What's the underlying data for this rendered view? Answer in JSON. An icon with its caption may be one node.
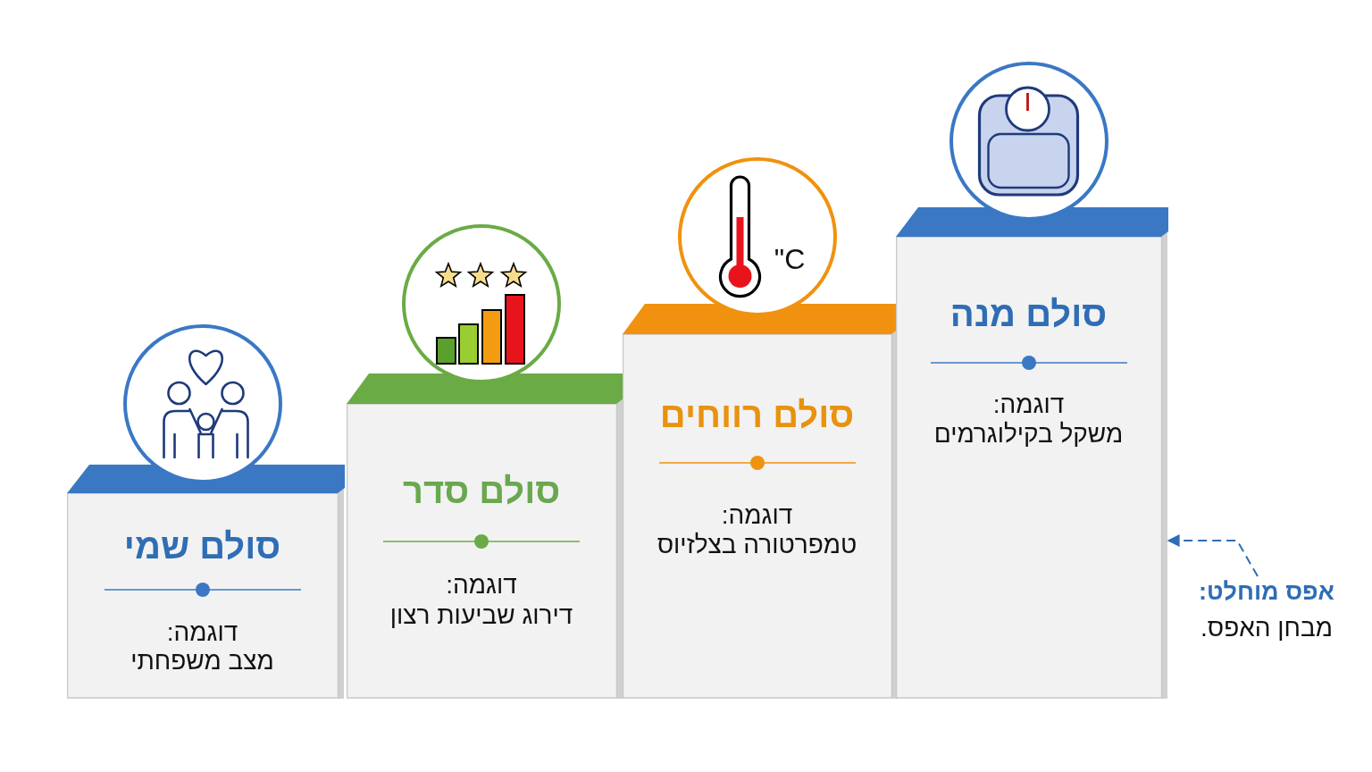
{
  "diagram": {
    "nodes": [
      {
        "text": [
          "סולם שמי",
          "דוגמה:",
          "מצב משפחתי"
        ]
      },
      {
        "text": [
          "סולם סדר",
          "דוגמה:",
          "דירוג שביעות רצון"
        ]
      },
      {
        "text": [
          "סולם רווחים",
          "דוגמה:",
          "טמפרטורה בצלזיוס"
        ]
      },
      {
        "text": [
          "סולם מנה",
          "דוגמה:",
          "משקל בקילוגרמים"
        ]
      },
      {
        "text": [
          "אפס מוחלט:",
          "מבחן האפס."
        ]
      }
    ],
    "edges": [
      {
        "from": 4,
        "to": 3,
        "arrow": "to",
        "style": "dashed"
      }
    ],
    "labels": [
      "\"C"
    ]
  }
}
